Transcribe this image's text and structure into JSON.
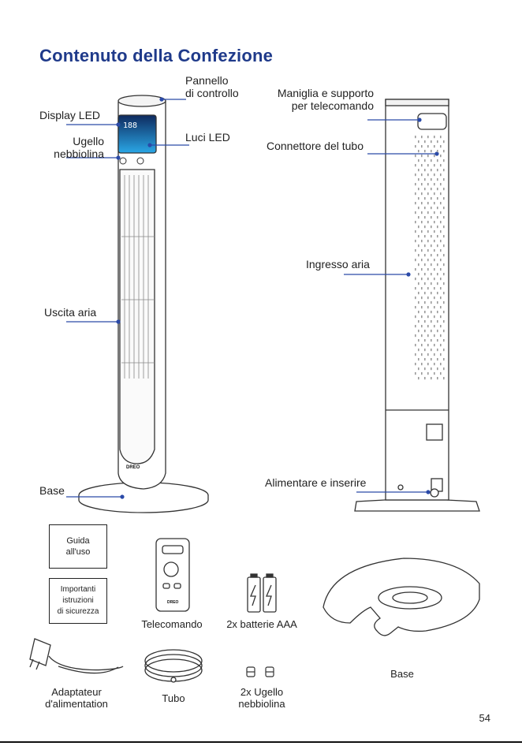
{
  "page": {
    "title": "Contenuto della Confezione",
    "page_number": "54"
  },
  "labels": {
    "control_panel": "Pannello\ndi controllo",
    "led_display": "Display LED",
    "led_lights": "Luci LED",
    "mist_nozzle": "Ugello\nnebbiolina",
    "air_outlet": "Uscita aria",
    "base": "Base",
    "handle": "Maniglia e supporto\nper telecomando",
    "tube_connector": "Connettore del tubo",
    "air_inlet": "Ingresso aria",
    "power": "Alimentare e inserire"
  },
  "device": {
    "display_value": "188",
    "brand": "DREO"
  },
  "accessories": {
    "user_guide": "Guida\nall'uso",
    "safety": "Importanti\nistruzioni\ndi sicurezza",
    "remote": "Telecomando",
    "batteries": "2x batterie AAA",
    "base": "Base",
    "adapter": "Adaptateur\nd'alimentation",
    "tube": "Tubo",
    "nozzles": "2x Ugello\nnebbiolina"
  },
  "colors": {
    "accent": "#1f3a8a",
    "leader": "#2b4aa8",
    "display_glow": "#2aa7e6"
  }
}
